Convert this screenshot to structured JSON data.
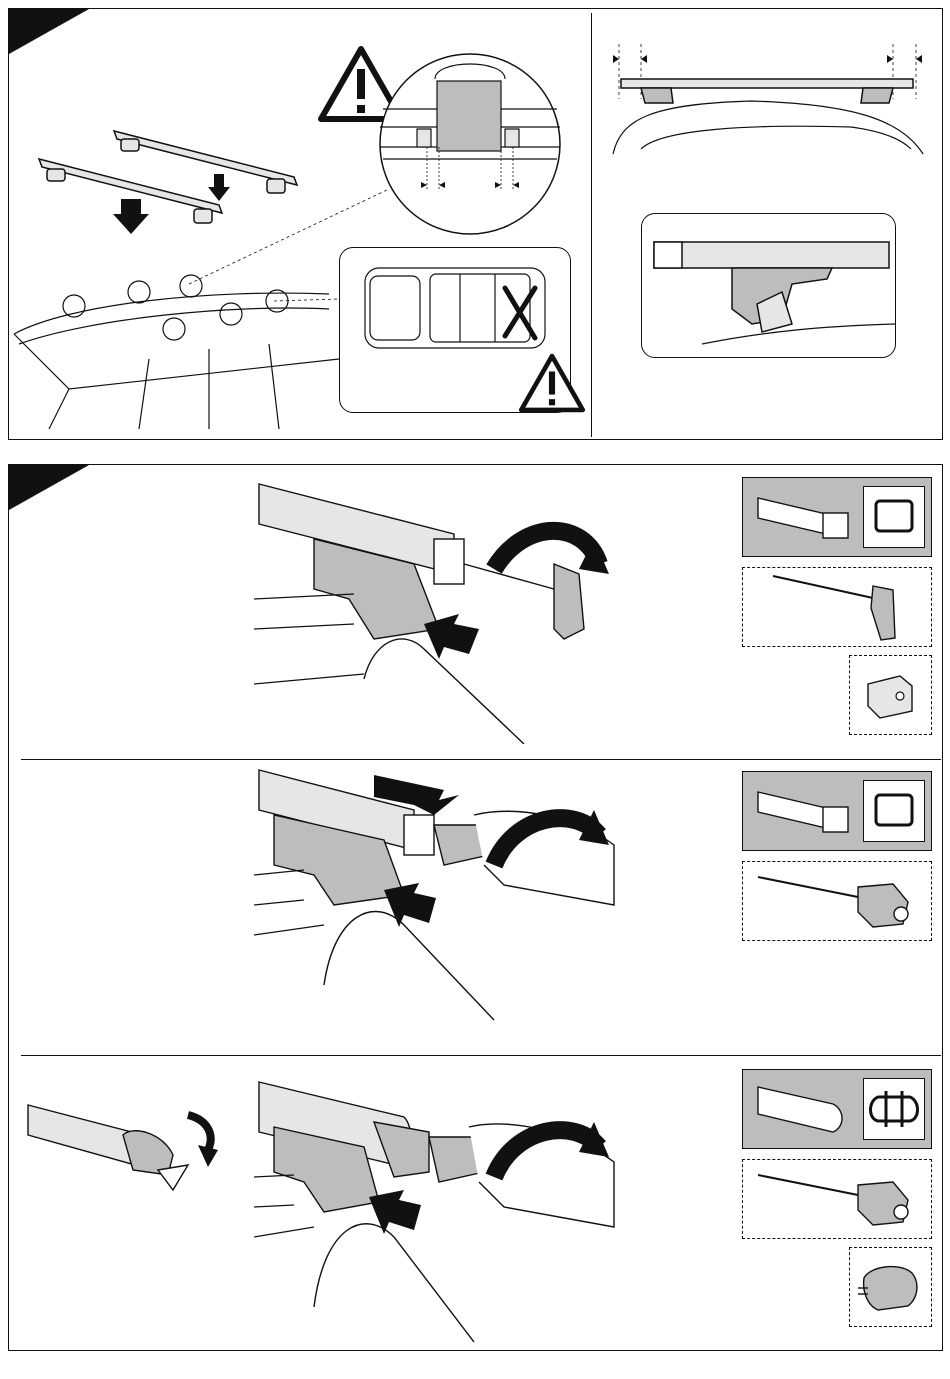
{
  "document": {
    "panels": [
      {
        "id": "step-1",
        "figures": [
          "roof-bars-on-rails",
          "foot-spacing-detail",
          "crossed-rails-warning",
          "bar-overhang-front-view",
          "foot-closeup"
        ]
      },
      {
        "id": "step-2",
        "rows": [
          "rectangular-bar-with-t-key",
          "rectangular-bar-with-knob-key",
          "aero-bar-with-knob-key"
        ]
      }
    ],
    "icons": [
      "warning-triangle-icon",
      "t-handle-key-icon",
      "knob-key-icon",
      "end-cap-icon",
      "bar-profile-square-icon",
      "bar-profile-aero-icon"
    ],
    "colors": {
      "line": "#111111",
      "grey_box": "#bdbdbd",
      "bar_fill": "#e6e6e6"
    }
  }
}
